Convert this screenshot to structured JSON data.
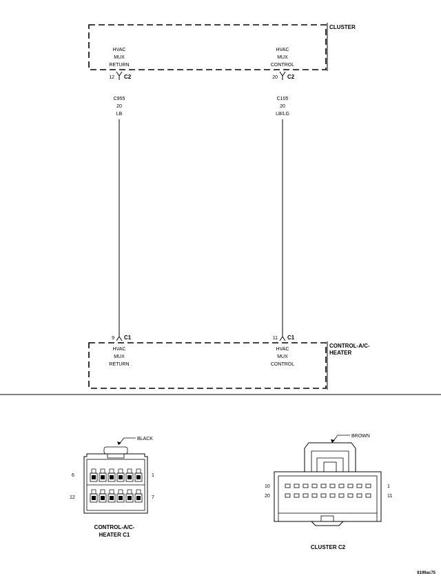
{
  "schematic": {
    "cluster_label": "CLUSTER",
    "control_label_line1": "CONTROL-A/C-",
    "control_label_line2": "HEATER",
    "left_top_pin": {
      "line1": "HVAC",
      "line2": "MUX",
      "line3": "RETURN"
    },
    "right_top_pin": {
      "line1": "HVAC",
      "line2": "MUX",
      "line3": "CONTROL"
    },
    "left_bottom_pin": {
      "line1": "HVAC",
      "line2": "MUX",
      "line3": "RETURN"
    },
    "right_bottom_pin": {
      "line1": "HVAC",
      "line2": "MUX",
      "line3": "CONTROL"
    },
    "left_top_conn": {
      "cavity": "12",
      "name": "C2"
    },
    "right_top_conn": {
      "cavity": "20",
      "name": "C2"
    },
    "left_bottom_conn": {
      "cavity": "9",
      "name": "C1"
    },
    "right_bottom_conn": {
      "cavity": "11",
      "name": "C1"
    },
    "left_wire": {
      "circuit": "C955",
      "gauge": "20",
      "color": "LB"
    },
    "right_wire": {
      "circuit": "C105",
      "gauge": "20",
      "color": "LB/LG"
    }
  },
  "connectors": {
    "c1": {
      "color": "BLACK",
      "pin_top_left": "6",
      "pin_top_right": "1",
      "pin_bottom_left": "12",
      "pin_bottom_right": "7",
      "title_line1": "CONTROL-A/C-",
      "title_line2": "HEATER C1"
    },
    "c2": {
      "color": "BROWN",
      "pin_top_left": "10",
      "pin_top_right": "1",
      "pin_bottom_left": "20",
      "pin_bottom_right": "11",
      "title": "CLUSTER C2"
    }
  },
  "figure_id": "8199ac75"
}
